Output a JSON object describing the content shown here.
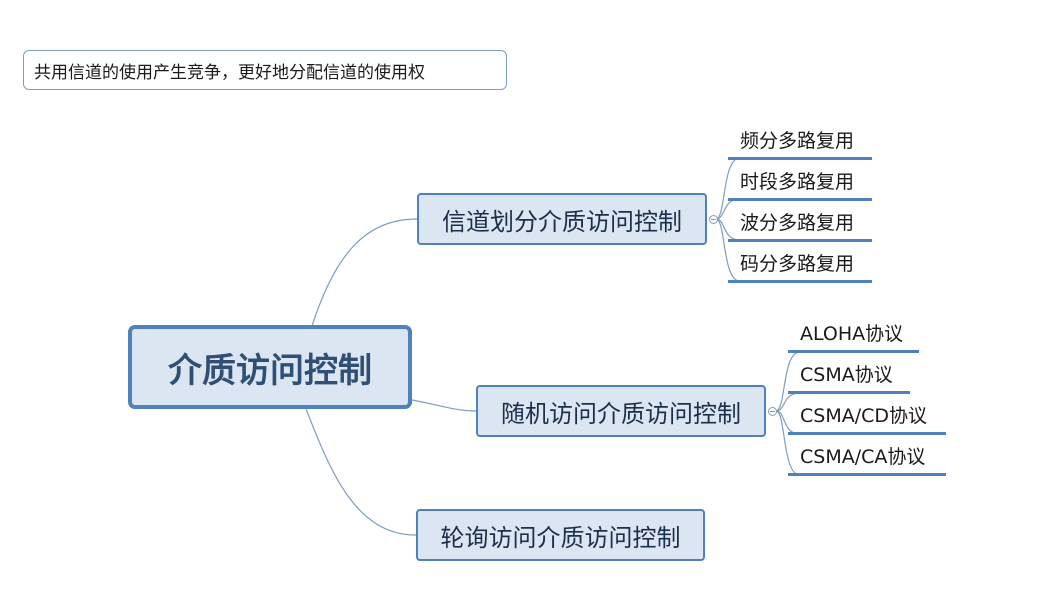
{
  "note": {
    "text": "共用信道的使用产生竞争，更好地分配信道的使用权"
  },
  "root": {
    "label": "介质访问控制"
  },
  "branches": [
    {
      "label": "信道划分介质访问控制",
      "children": [
        "频分多路复用",
        "时段多路复用",
        "波分多路复用",
        "码分多路复用"
      ]
    },
    {
      "label": "随机访问介质访问控制",
      "children": [
        "ALOHA协议",
        "CSMA协议",
        "CSMA/CD协议",
        "CSMA/CA协议"
      ]
    },
    {
      "label": "轮询访问介质访问控制",
      "children": []
    }
  ],
  "colors": {
    "accent": "#4f81bd",
    "fill": "#dce6f2",
    "line": "#7f9dc0"
  }
}
